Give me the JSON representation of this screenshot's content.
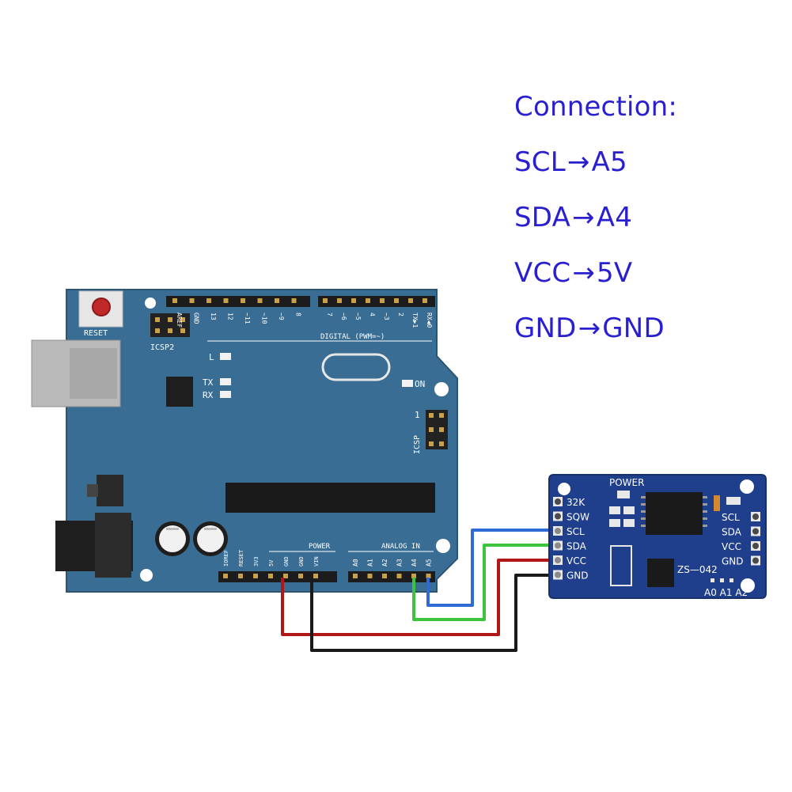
{
  "title": "Connection:",
  "connections": [
    {
      "from": "SCL",
      "to": "A5"
    },
    {
      "from": "SDA",
      "to": "A4"
    },
    {
      "from": "VCC",
      "to": "5V"
    },
    {
      "from": "GND",
      "to": "GND"
    }
  ],
  "arrow": "→",
  "arduino": {
    "reset_label": "RESET",
    "icsp2_label": "ICSP2",
    "icsp_label": "ICSP",
    "icsp_pin1": "1",
    "led_l": "L",
    "led_tx": "TX",
    "led_rx": "RX",
    "led_on": "ON",
    "digital_label": "DIGITAL (PWM=~)",
    "power_label": "POWER",
    "analog_label": "ANALOG IN",
    "digital_pins": [
      "AREF",
      "GND",
      "13",
      "12",
      "~11",
      "~10",
      "~9",
      "8",
      "7",
      "~6",
      "~5",
      "4",
      "~3",
      "2",
      "TX▶1",
      "RX◀0"
    ],
    "power_pins": [
      "IOREF",
      "RESET",
      "3V3",
      "5V",
      "GND",
      "GND",
      "VIN"
    ],
    "analog_pins": [
      "A0",
      "A1",
      "A2",
      "A3",
      "A4",
      "A5"
    ]
  },
  "rtc_module": {
    "power_label": "POWER",
    "left_pins": [
      "32K",
      "SQW",
      "SCL",
      "SDA",
      "VCC",
      "GND"
    ],
    "right_pins": [
      "SCL",
      "SDA",
      "VCC",
      "GND"
    ],
    "model": "ZS—042",
    "addr_pins": "A0 A1 A2"
  },
  "wire_colors": {
    "scl": "#2f6bd6",
    "sda": "#3cc43c",
    "vcc": "#b01818",
    "gnd": "#1a1a1a"
  },
  "colors": {
    "text_accent": "#2a1fd0",
    "board": "#3a6d93",
    "module": "#1f3f8c"
  }
}
